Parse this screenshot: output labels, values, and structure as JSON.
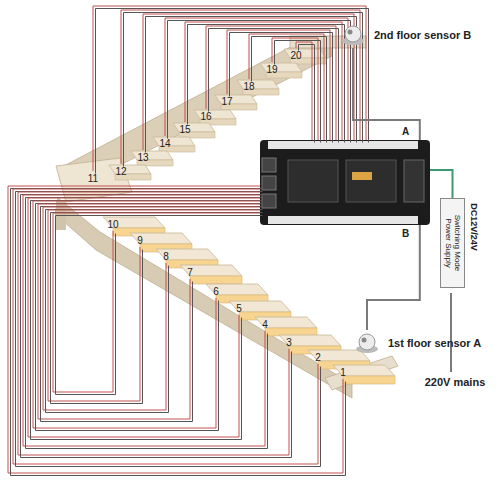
{
  "diagram": {
    "nodes": [
      {
        "text": [
          "2nd floor sensor B"
        ]
      },
      {
        "text": [
          "A",
          "B"
        ]
      },
      {
        "text": [
          "Switching Mode Power Supply",
          "DC12V/24V"
        ]
      },
      {
        "text": [
          "1st floor sensor A"
        ]
      }
    ],
    "edges": [
      {
        "from": 0,
        "to": 1,
        "arrow": "none"
      },
      {
        "from": 1,
        "to": 2,
        "arrow": "none"
      },
      {
        "from": 3,
        "to": 1,
        "arrow": "none"
      }
    ],
    "labels": [
      "1",
      "2",
      "3",
      "4",
      "5",
      "6",
      "7",
      "8",
      "9",
      "10",
      "11",
      "12",
      "13",
      "14",
      "15",
      "16",
      "17",
      "18",
      "19",
      "20",
      "220V mains"
    ]
  }
}
